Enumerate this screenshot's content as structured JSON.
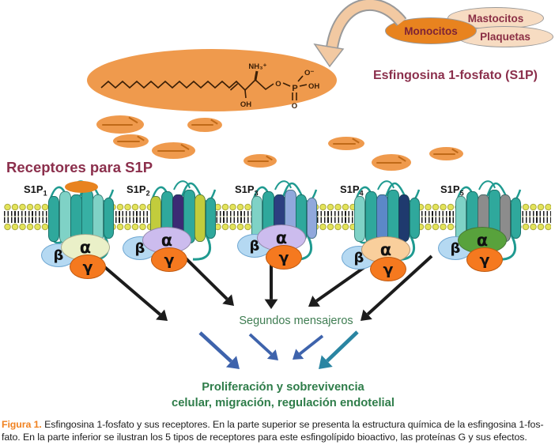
{
  "figure": {
    "cells": {
      "mastocitos": "Mastocitos",
      "monocitos": "Monocitos",
      "plaquetas": "Plaquetas"
    },
    "s1p_title": "Esfingosina 1-fosfato (S1P)",
    "receptors_title": "Receptores para S1P",
    "chem": {
      "nh3": "NH₃⁺",
      "oh_chain": "OH",
      "o_ester": "O",
      "p": "P",
      "o_double": "O",
      "oh_acid": "OH",
      "o_minus": "O⁻"
    },
    "receptors": [
      {
        "name": "S1P",
        "sub": "1",
        "has_ligand": true,
        "alpha_color": "#eaf0c8",
        "cylinders": [
          "#2fa89c",
          "#7fd2c6",
          "#2fa89c",
          "#37b0a4",
          "#7fd2c6",
          "#2fa89c"
        ]
      },
      {
        "name": "S1P",
        "sub": "2",
        "has_ligand": false,
        "alpha_color": "#ccbcee",
        "cylinders": [
          "#c2cc3c",
          "#2fa89c",
          "#3c2a74",
          "#2fa89c",
          "#c2cc3c",
          "#2fa89c"
        ]
      },
      {
        "name": "S1P",
        "sub": "3",
        "has_ligand": false,
        "alpha_color": "#ccbcee",
        "cylinders": [
          "#7fd2c6",
          "#2fa89c",
          "#2c3f80",
          "#91a8dc",
          "#2fa89c",
          "#91a8dc"
        ]
      },
      {
        "name": "S1P",
        "sub": "4",
        "has_ligand": false,
        "alpha_color": "#f9cf9c",
        "cylinders": [
          "#7fd2c6",
          "#2fa89c",
          "#5c88c8",
          "#2fa89c",
          "#1f3a6e",
          "#2fa89c"
        ]
      },
      {
        "name": "S1P",
        "sub": "5",
        "has_ligand": false,
        "alpha_color": "#58a23c",
        "cylinders": [
          "#7fd2c6",
          "#2fa89c",
          "#8c8c8c",
          "#2fa89c",
          "#8c8c8c",
          "#2fa89c"
        ]
      }
    ],
    "g_protein": {
      "alpha_label": "α",
      "beta_label": "β",
      "gamma_label": "γ",
      "beta_color": "#b5d9f2",
      "gamma_color": "#f5791f"
    },
    "second_messengers": "Segundos mensajeros",
    "effects": {
      "line1": "Proliferación y sobrevivencia",
      "line2": "celular, migración, regulación endotelial"
    },
    "caption": {
      "label": "Figura 1.",
      "line1": "Esfingosina 1-fosfato y sus receptores. En la parte superior se presenta la estructura química de la esfingosina 1-fos-",
      "line2": "fato. En la parte inferior se ilustran los 5 tipos de receptores para este esfingolípido bioactivo, las proteínas G y sus efectos."
    },
    "colors": {
      "heading_text": "#8b2f4c",
      "molecule_orange": "#ef9a4d",
      "cell_orange": "#e8831f",
      "cell_light": "#f7dcc2",
      "membrane_head": "#d9d94e",
      "receptor_teal": "#2fa89c",
      "loop_teal": "#1f9a90",
      "second_messengers_green": "#3f7d52",
      "effects_green": "#2f7d4a",
      "caption_orange": "#f08221",
      "arrow_black": "#1c1c1c",
      "arrow_blue": "#3e63ac",
      "arrow_teal": "#2a85a2"
    }
  }
}
